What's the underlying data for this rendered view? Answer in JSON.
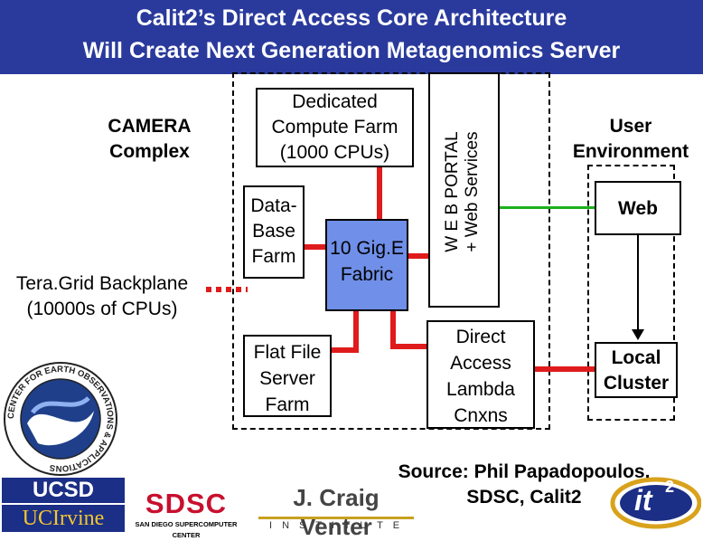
{
  "title": {
    "line1": "Calit2’s Direct Access Core Architecture",
    "line2": "Will Create Next Generation Metagenomics Server"
  },
  "nodes": {
    "camera": [
      "CAMERA",
      "Complex"
    ],
    "compute": [
      "Dedicated",
      "Compute Farm",
      "(1000 CPUs)"
    ],
    "database": [
      "Data-",
      "Base",
      "Farm"
    ],
    "fabric": [
      "10 Gig.E",
      "Fabric"
    ],
    "flatfile": [
      "Flat File",
      "Server",
      "Farm"
    ],
    "portal": [
      "W E B  PORTAL",
      "+ Web Services"
    ],
    "direct": [
      "Direct",
      "Access",
      "Lambda",
      "Cnxns"
    ],
    "user": [
      "User",
      "Environment"
    ],
    "web": "Web",
    "cluster": [
      "Local",
      "Cluster"
    ],
    "teragrid": [
      "Tera.Grid Backplane",
      "(10000s of CPUs)"
    ]
  },
  "source": [
    "Source: Phil Papadopoulos,",
    "SDSC, Calit2"
  ],
  "logos": {
    "ceo_ring": "CENTER FOR EARTH OBSERVATIONS & APPLICATIONS",
    "ucsd": "UCSD",
    "uci": "UCIrvine",
    "sdsc": "SDSC",
    "sdsc_sub": "SAN DIEGO SUPERCOMPUTER CENTER",
    "venter": "J. Craig Venter",
    "venter_sub": "I N S T I T U T E",
    "it2": "it",
    "it2_sup": "2"
  },
  "colors": {
    "title_bg": "#2a3a9c",
    "fabric_fill": "#6f8fe8",
    "red_link": "#e01b1b",
    "green_link": "#1bb01b"
  }
}
